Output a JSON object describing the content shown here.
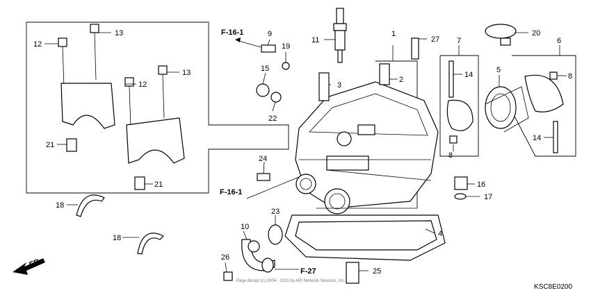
{
  "diagram": {
    "callouts": [
      "1",
      "2",
      "3",
      "4",
      "5",
      "6",
      "7",
      "8",
      "8",
      "9",
      "10",
      "11",
      "12",
      "12",
      "13",
      "13",
      "14",
      "14",
      "15",
      "16",
      "17",
      "18",
      "18",
      "19",
      "20",
      "21",
      "21",
      "22",
      "23",
      "24",
      "25",
      "26",
      "27"
    ],
    "refs": [
      "F-16-1",
      "F-16-1",
      "F-27"
    ],
    "direction_label": "FR.",
    "diagram_code": "KSC8E0200",
    "watermark": "Page design (c) 2004 - 2016 by ARI Network Services, Inc."
  }
}
